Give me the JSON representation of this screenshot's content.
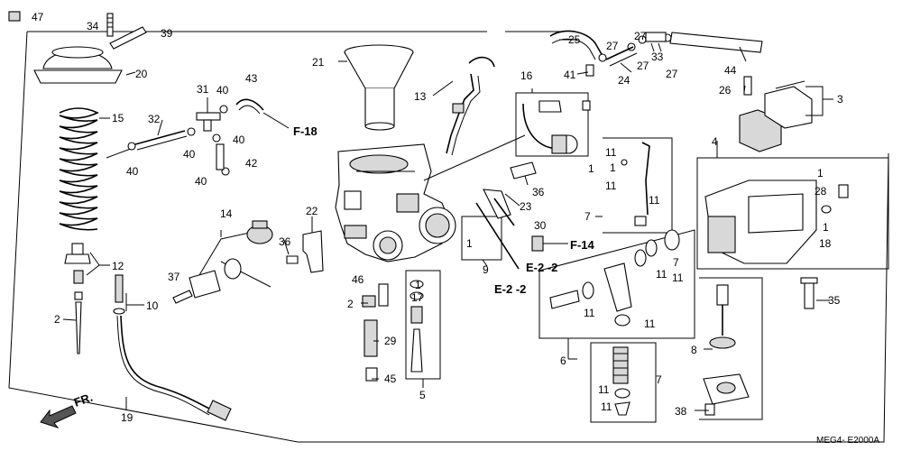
{
  "labels": {
    "c47": "47",
    "c34": "34",
    "c39": "39",
    "c20": "20",
    "c15": "15",
    "c12": "12",
    "c2a": "2",
    "c10": "10",
    "c19": "19",
    "c32": "32",
    "c40a": "40",
    "c31": "31",
    "c40b": "40",
    "c40c": "40",
    "c42": "42",
    "c40d": "40",
    "c40e": "40",
    "c43": "43",
    "cf18": "F-18",
    "c21": "21",
    "c13": "13",
    "c14": "14",
    "c37": "37",
    "c36a": "36",
    "c22": "22",
    "c46": "46",
    "c2b": "2",
    "c29": "29",
    "c45": "45",
    "c1a": "1",
    "c17": "17",
    "c5": "5",
    "c1b": "1",
    "c9": "9",
    "ce22a": "E-2 -2",
    "ce22b": "E-2 -2",
    "c30": "30",
    "cf14": "F-14",
    "c23": "23",
    "c16": "16",
    "c41": "41",
    "c36b": "36",
    "c1c": "1",
    "c25": "25",
    "c27a": "27",
    "c27b": "27",
    "c27c": "27",
    "c27d": "27",
    "c33": "33",
    "c24": "24",
    "c44": "44",
    "c26": "26",
    "c3": "3",
    "c4": "4",
    "c1d": "1",
    "c28": "28",
    "c1e": "1",
    "c18": "18",
    "c35": "35",
    "c11a": "11",
    "c1f": "1",
    "c11b": "11",
    "c11c": "11",
    "c7a": "7",
    "c11d": "11",
    "c11e": "11",
    "c7b": "7",
    "c11f": "11",
    "c11g": "11",
    "c6": "6",
    "c8": "8",
    "c7c": "7",
    "c11h": "11",
    "c11i": "11",
    "c38": "38",
    "cfr": "FR.",
    "cmeg": "MEG4- E2000A"
  }
}
